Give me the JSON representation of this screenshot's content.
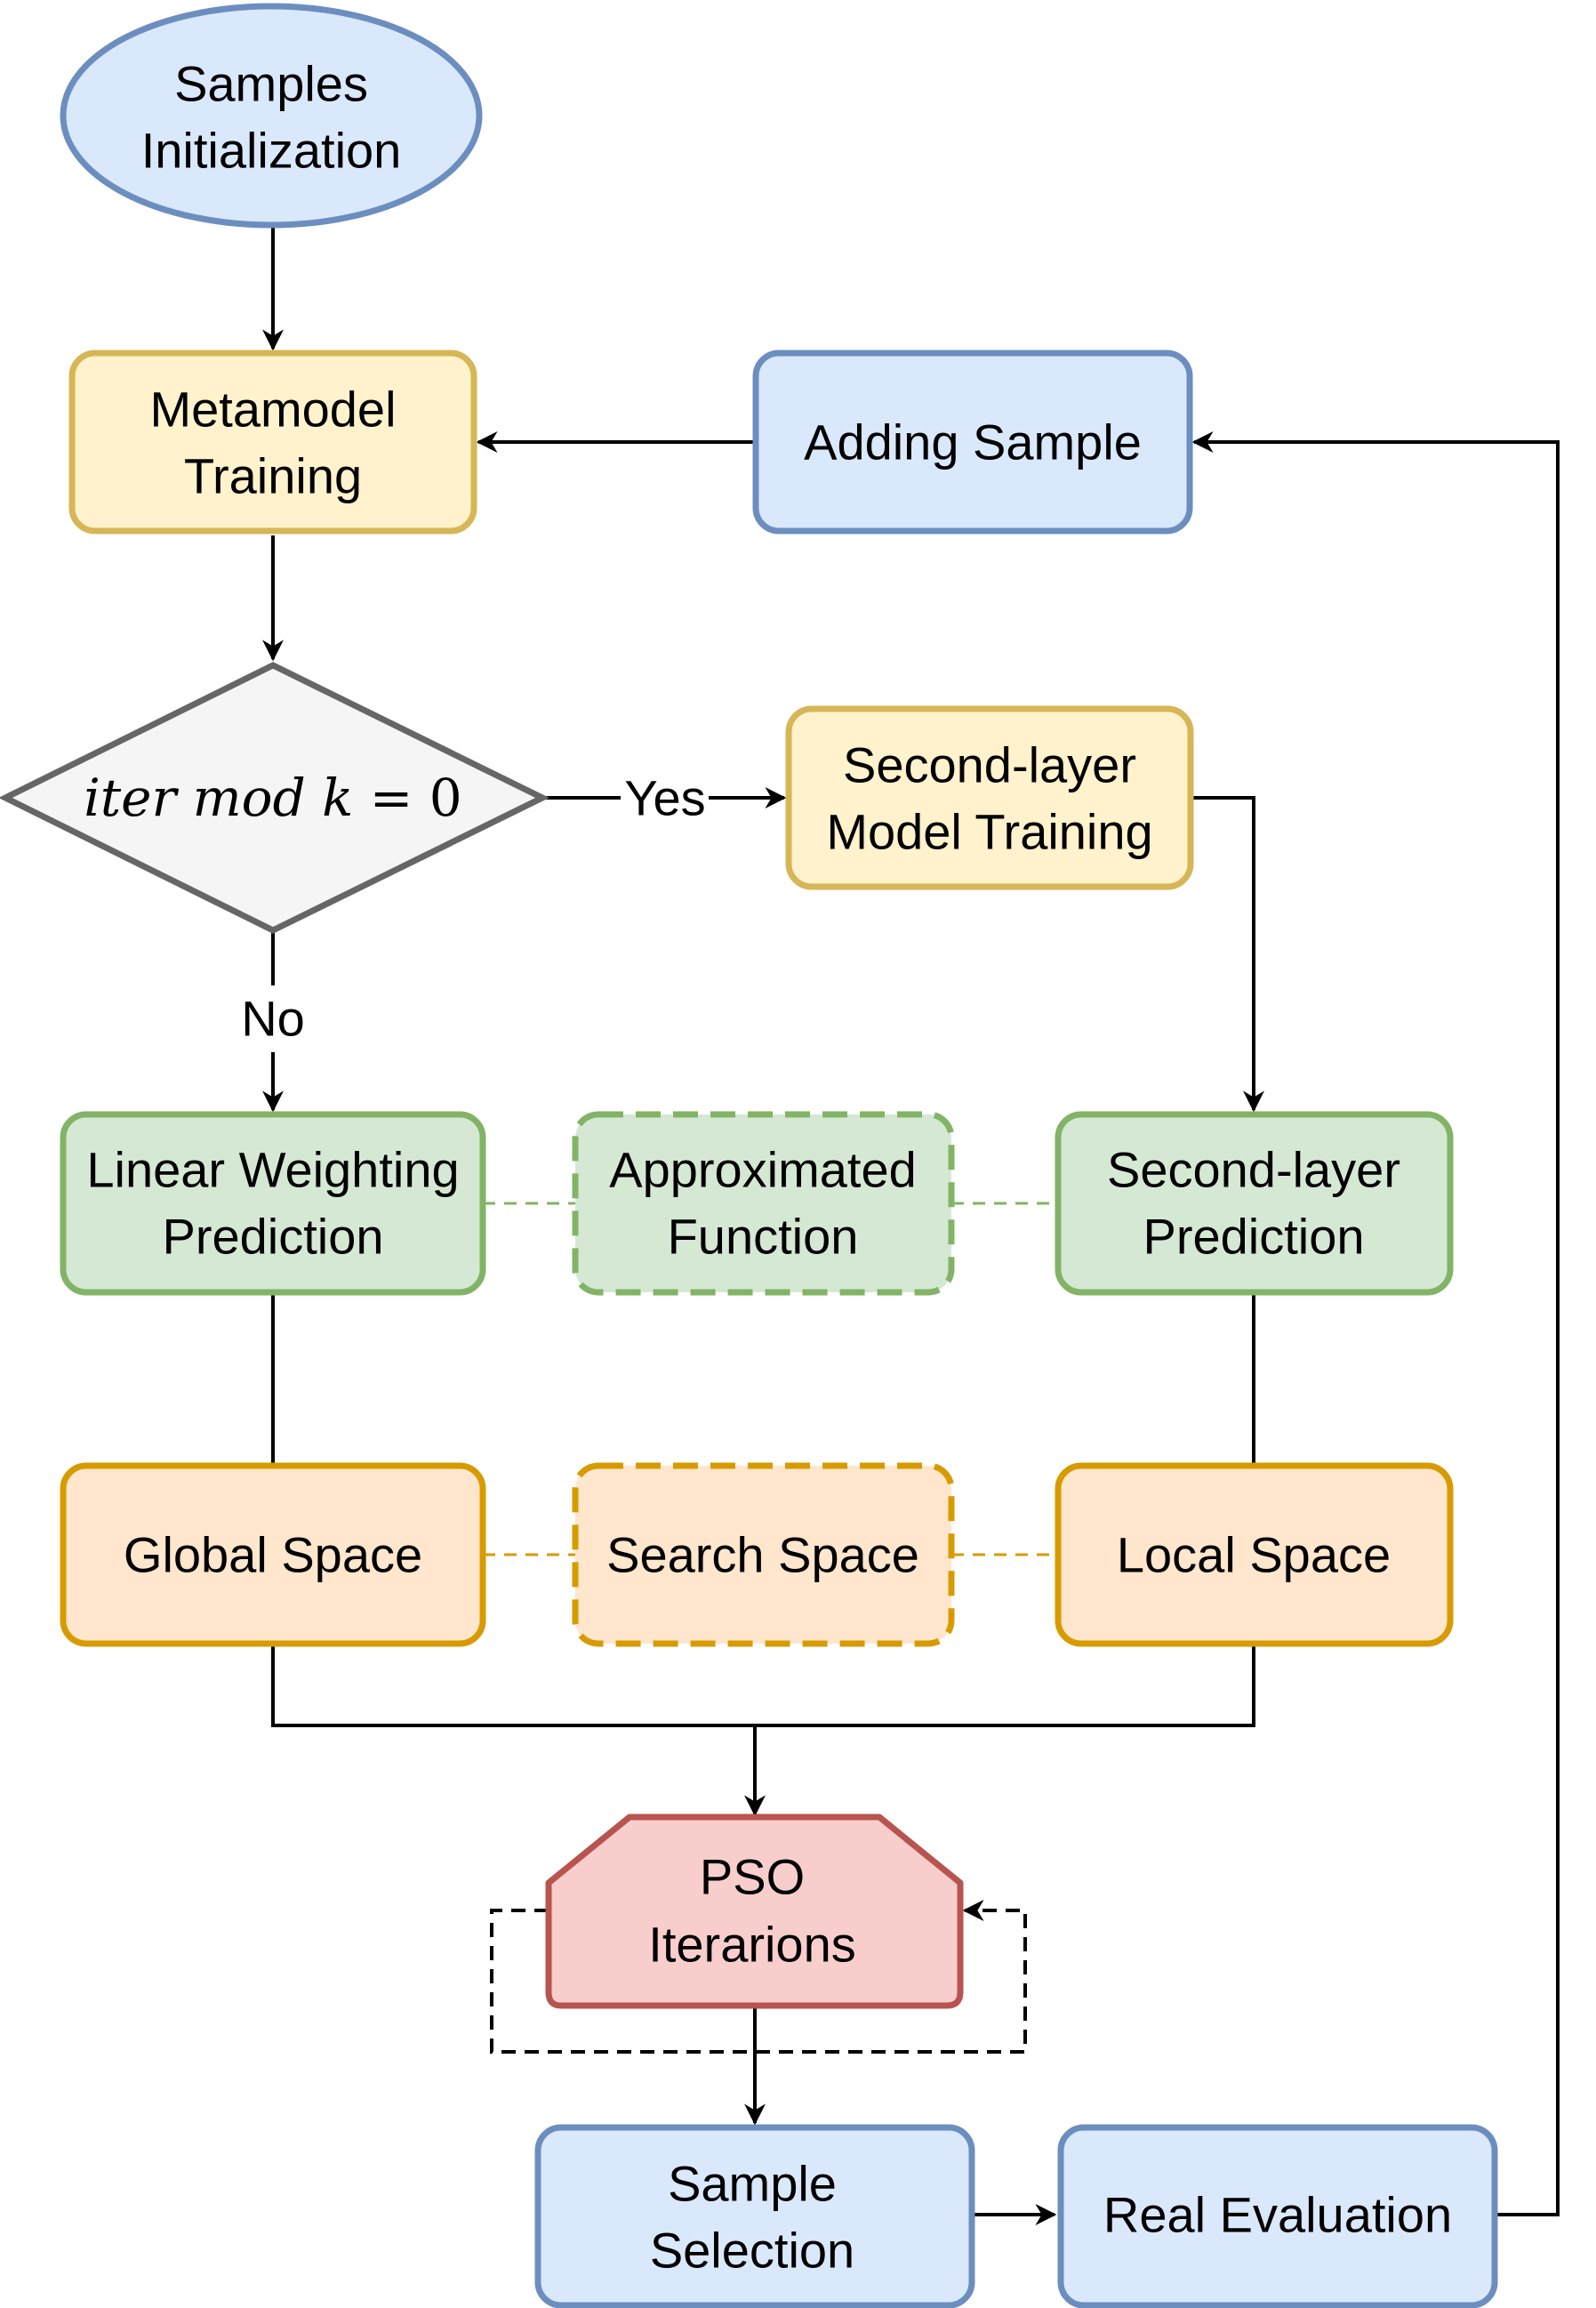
{
  "nodes": {
    "samples_init": {
      "line1": "Samples",
      "line2": "Initialization"
    },
    "metamodel_training": {
      "line1": "Metamodel",
      "line2": "Training"
    },
    "adding_sample": {
      "label": "Adding Sample"
    },
    "decision": {
      "var": "iter",
      "op": "mod",
      "k": "k",
      "eq": "=",
      "zero": "0"
    },
    "second_layer_training": {
      "line1": "Second-layer",
      "line2": "Model Training"
    },
    "linear_weighting": {
      "line1": "Linear Weighting",
      "line2": "Prediction"
    },
    "approximated_function": {
      "line1": "Approximated",
      "line2": "Function"
    },
    "second_layer_prediction": {
      "line1": "Second-layer",
      "line2": "Prediction"
    },
    "global_space": {
      "label": "Global Space"
    },
    "search_space": {
      "label": "Search Space"
    },
    "local_space": {
      "label": "Local Space"
    },
    "pso": {
      "line1": "PSO",
      "line2": "Iterarions"
    },
    "sample_selection": {
      "line1": "Sample",
      "line2": "Selection"
    },
    "real_evaluation": {
      "label": "Real Evaluation"
    }
  },
  "edges": {
    "yes_label": "Yes",
    "no_label": "No"
  },
  "colors": {
    "blue_fill": "#dae8fc",
    "blue_stroke": "#6c8ebf",
    "yellow_fill": "#fff2cc",
    "yellow_stroke": "#d6b656",
    "green_fill": "#d5e8d4",
    "green_stroke": "#82b366",
    "orange_fill": "#ffe6cc",
    "orange_stroke": "#d79b00",
    "red_fill": "#f8cecc",
    "red_stroke": "#b85450",
    "gray_fill": "#f5f5f5",
    "gray_stroke": "#666666"
  }
}
